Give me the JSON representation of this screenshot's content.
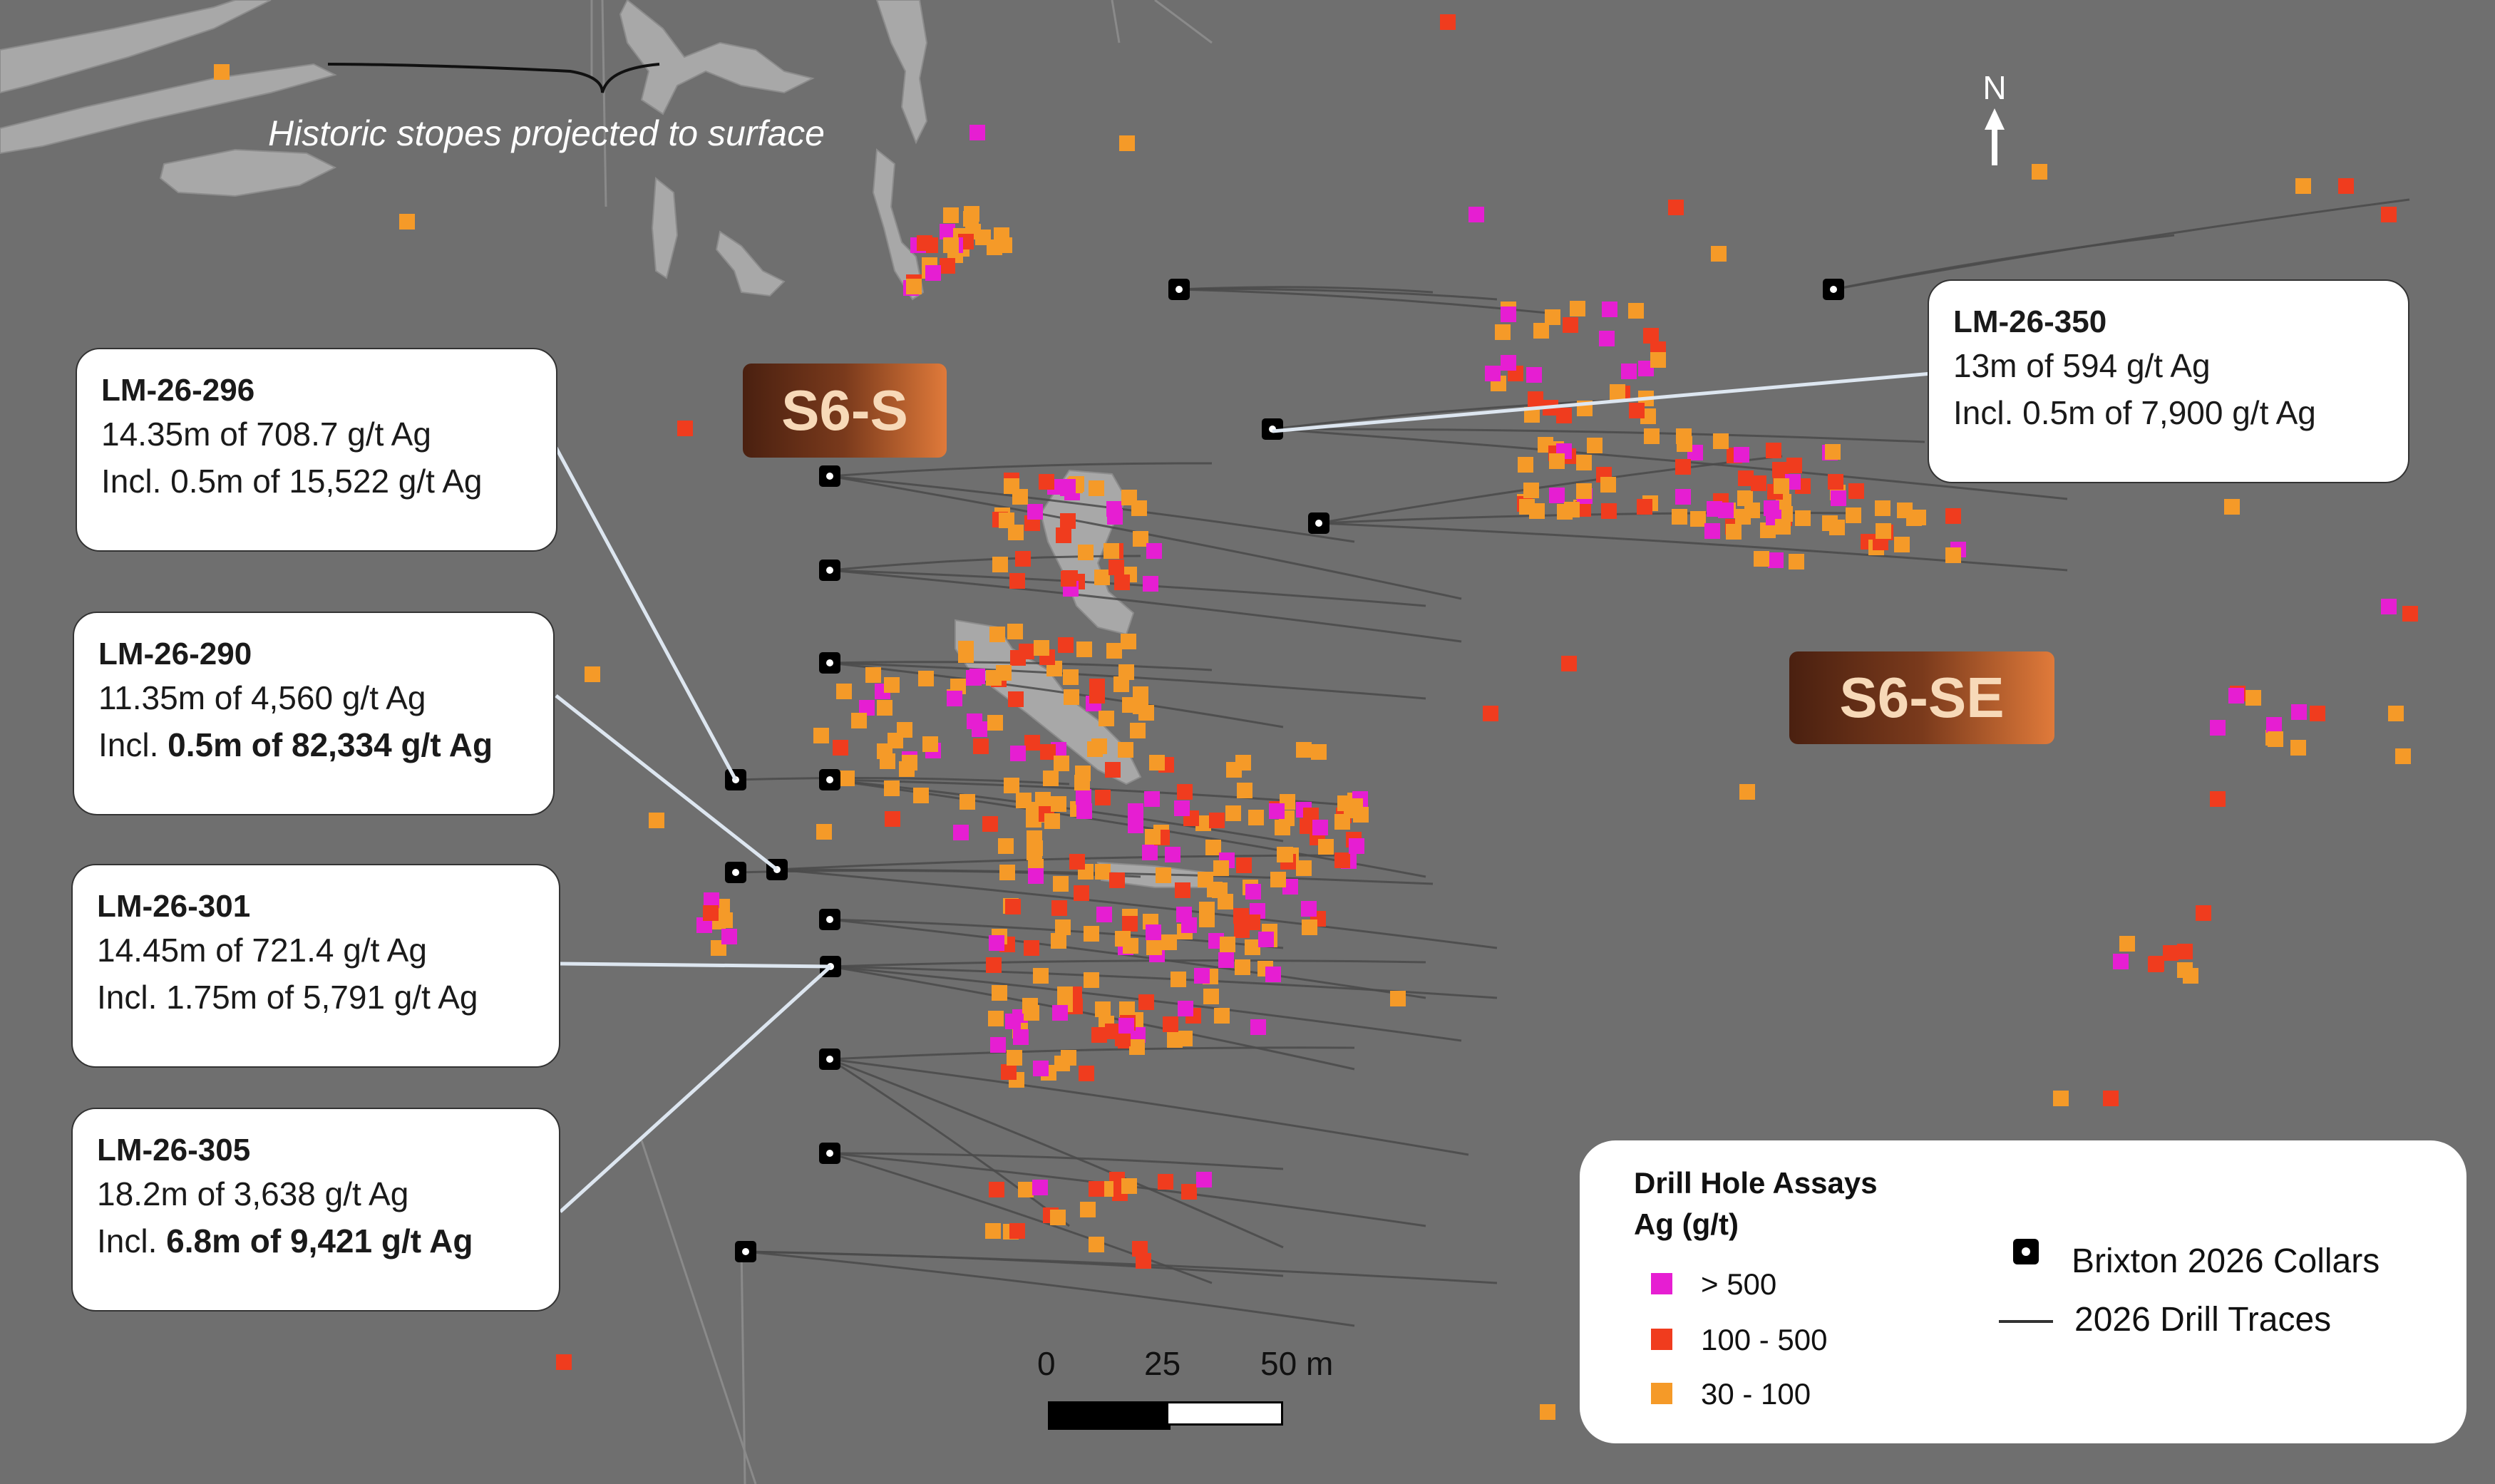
{
  "north_label": "N",
  "stope_label": "Historic stopes projected to surface",
  "zones": [
    {
      "name": "S6-S"
    },
    {
      "name": "S6-SE"
    }
  ],
  "callouts": [
    {
      "hole": "LM-26-296",
      "line1": "14.35m of 708.7 g/t Ag",
      "line2_prefix": "Incl. 0.5m of 15,522 g/t Ag",
      "line2_bold": ""
    },
    {
      "hole": "LM-26-290",
      "line1": "11.35m of 4,560 g/t Ag",
      "line2_prefix": "Incl. ",
      "line2_bold": "0.5m of 82,334 g/t Ag"
    },
    {
      "hole": "LM-26-301",
      "line1": "14.45m of 721.4 g/t Ag",
      "line2_prefix": "Incl. 1.75m of 5,791 g/t Ag",
      "line2_bold": ""
    },
    {
      "hole": "LM-26-305",
      "line1": "18.2m of 3,638 g/t Ag",
      "line2_prefix": "Incl. ",
      "line2_bold": "6.8m of 9,421 g/t Ag"
    },
    {
      "hole": "LM-26-350",
      "line1": "13m of 594 g/t Ag",
      "line2_prefix": "Incl. 0.5m of 7,900 g/t Ag",
      "line2_bold": ""
    }
  ],
  "scale_bar": {
    "labels": [
      "0",
      "25",
      "50 m"
    ]
  },
  "legend": {
    "title_line1": "Drill Hole Assays",
    "title_line2": "Ag (g/t)",
    "classes": [
      {
        "label": "> 500",
        "color": "#e61ed2"
      },
      {
        "label": "100 - 500",
        "color": "#f03c1e"
      },
      {
        "label": "30 - 100",
        "color": "#f59a28"
      }
    ],
    "collars_label": "Brixton 2026 Collars",
    "traces_label": "2026 Drill Traces"
  },
  "colors": {
    "background": "#6f6f6f",
    "stope_fill": "#a8a8a8",
    "trace": "#4a4a4a",
    "assay_high": "#e61ed2",
    "assay_mid": "#f03c1e",
    "assay_low": "#f59a28"
  }
}
